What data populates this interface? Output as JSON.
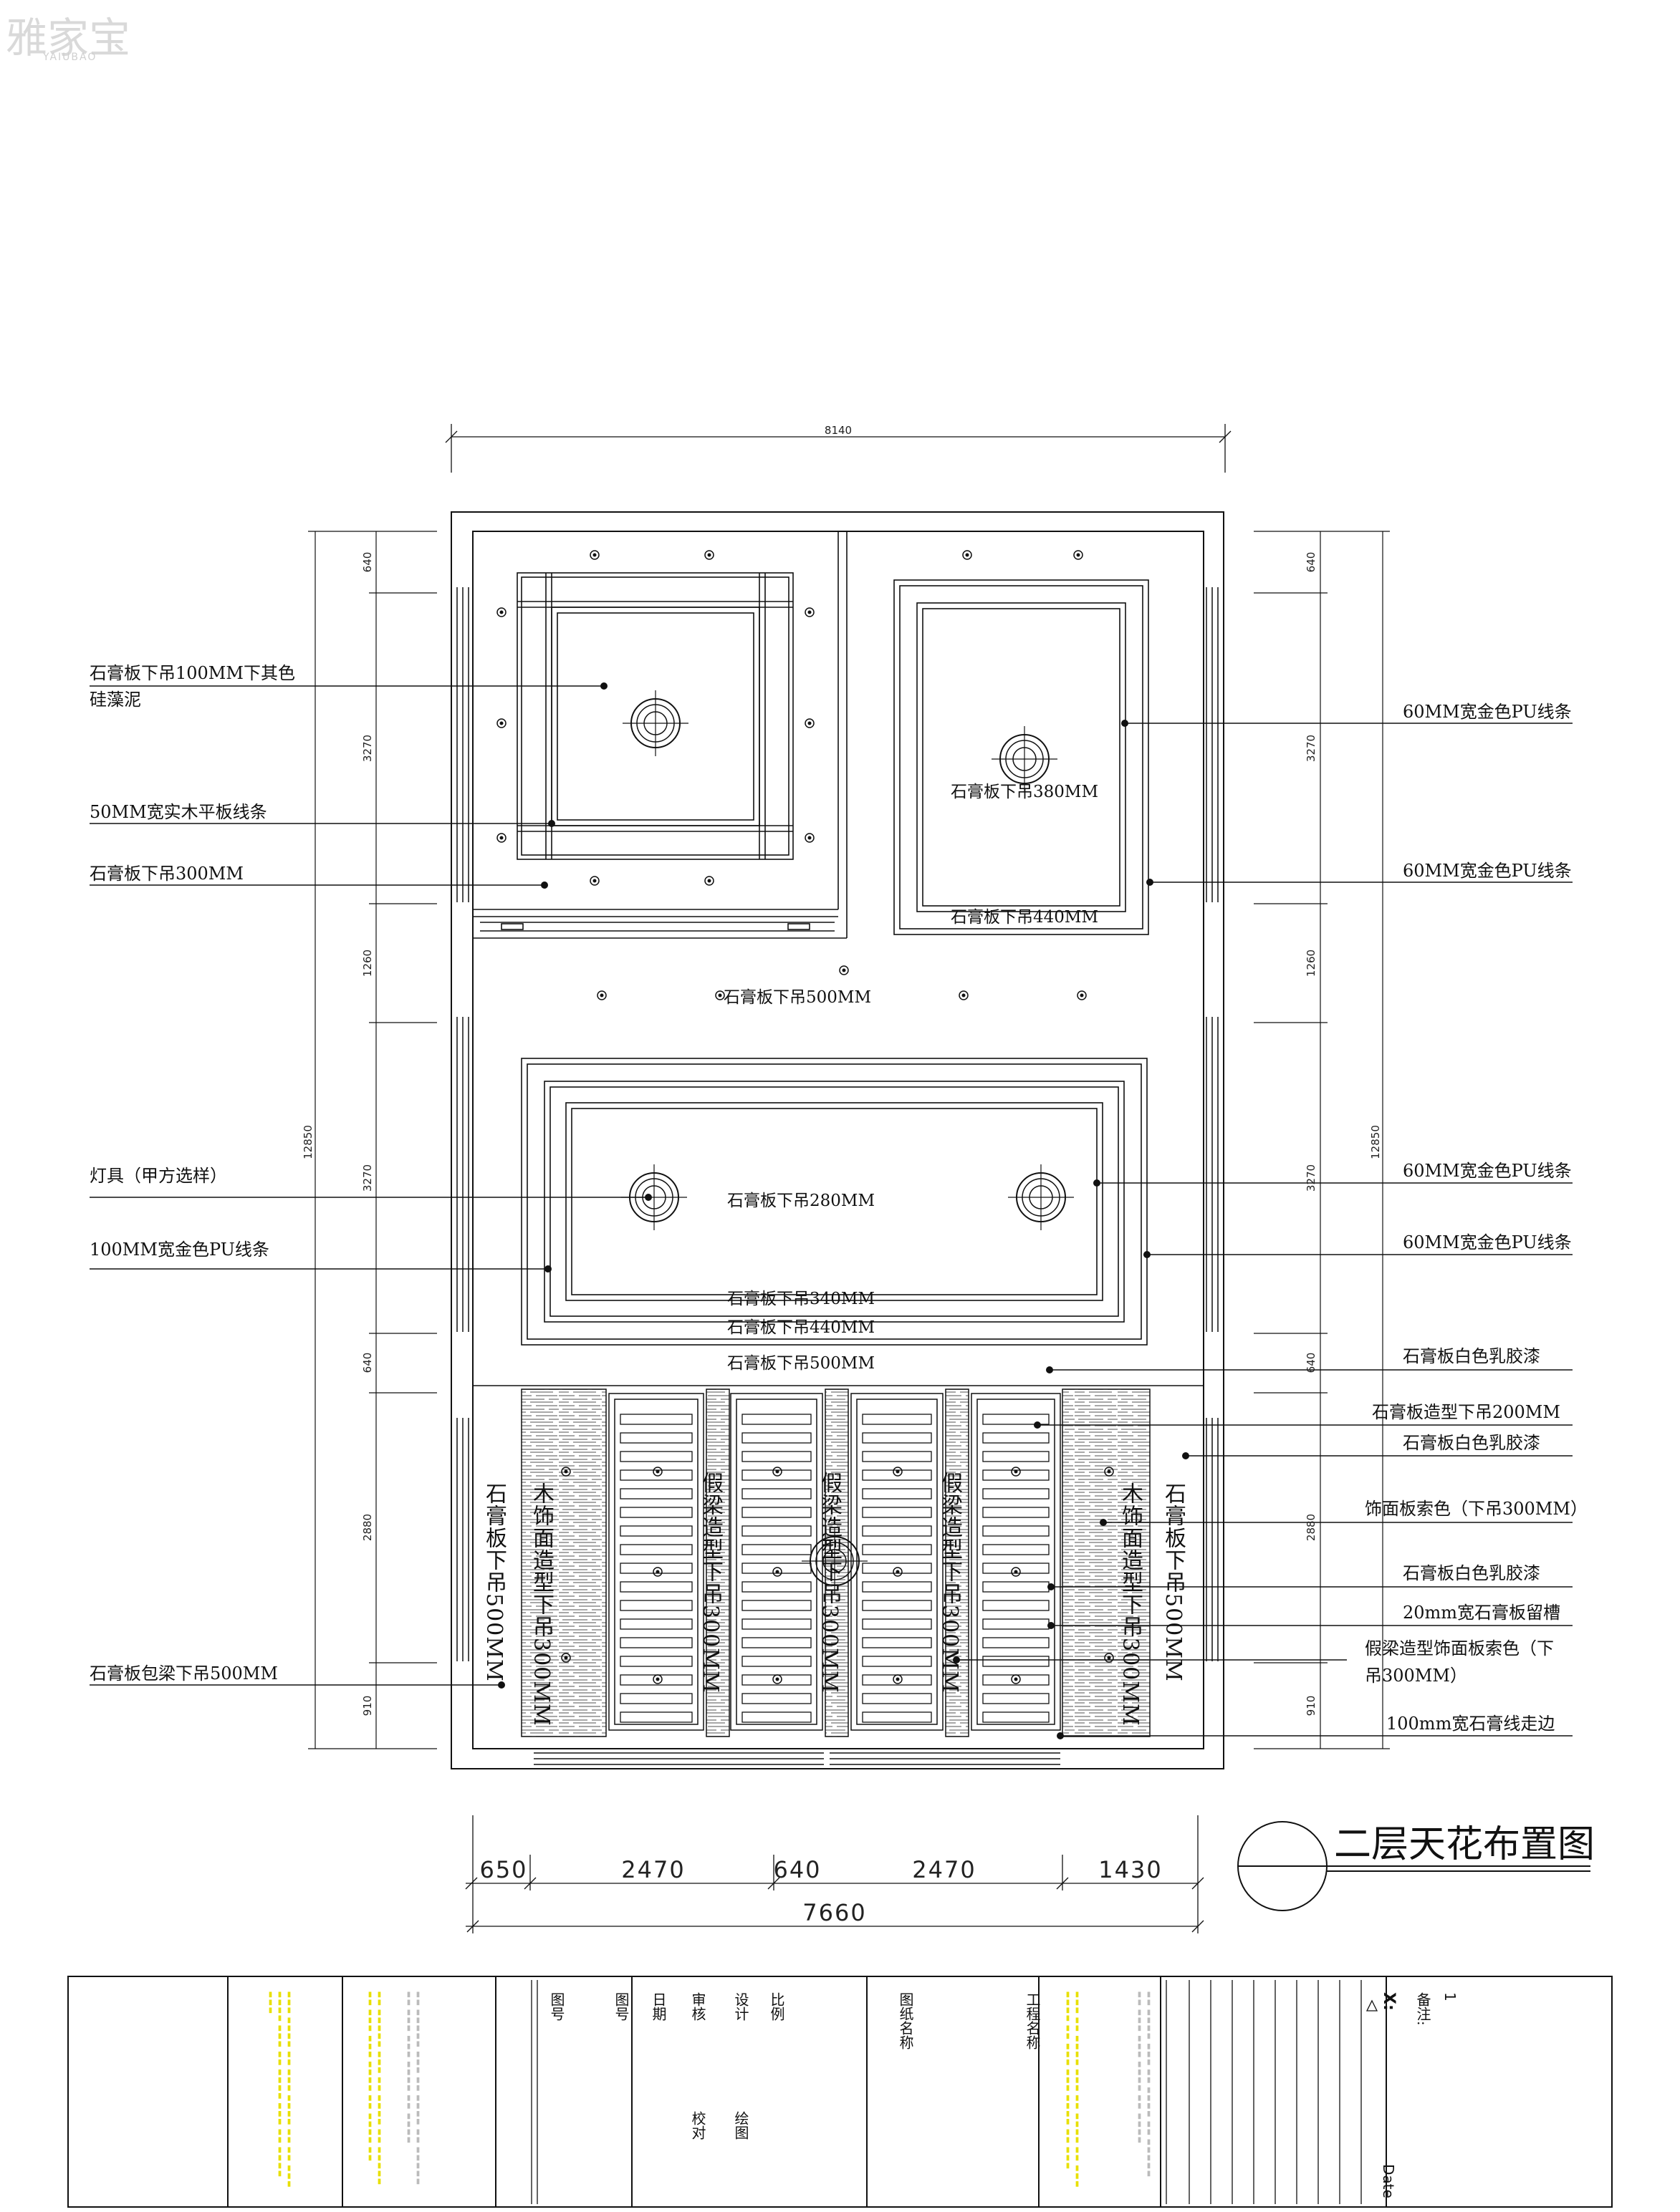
{
  "logo": {
    "text": "雅家宝",
    "sub": "YAIUBAO"
  },
  "drawing_title": "二层天花布置图",
  "dims": {
    "top_total": "8140",
    "left_total": "12850",
    "right_total": "12850",
    "left_segments": [
      "640",
      "3270",
      "1260",
      "3270",
      "640",
      "2880",
      "910"
    ],
    "right_segments": [
      "640",
      "3270",
      "1260",
      "3270",
      "640",
      "2880",
      "910"
    ],
    "bottom_segments": [
      "650",
      "2470",
      "640",
      "2470",
      "1430"
    ],
    "bottom_total": "7660"
  },
  "left_labels": [
    "石膏板下吊100MM下其色",
    "硅藻泥",
    "50MM宽实木平板线条",
    "石膏板下吊300MM",
    "灯具（甲方选样）",
    "100MM宽金色PU线条",
    "石膏板包梁下吊500MM"
  ],
  "right_labels": [
    "60MM宽金色PU线条",
    "60MM宽金色PU线条",
    "60MM宽金色PU线条",
    "60MM宽金色PU线条",
    "石膏板白色乳胶漆",
    "石膏板造型下吊200MM",
    "石膏板白色乳胶漆",
    "饰面板索色（下吊300MM）",
    "石膏板白色乳胶漆",
    "20mm宽石膏板留槽",
    "假梁造型饰面板索色（下",
    "吊300MM）",
    "100mm宽石膏线走边"
  ],
  "inner_labels": [
    "石膏板下吊380MM",
    "石膏板下吊440MM",
    "石膏板下吊500MM",
    "石膏板下吊280MM",
    "石膏板下吊340MM",
    "石膏板下吊440MM",
    "石膏板下吊500MM"
  ],
  "vertical_labels": [
    "石膏板下吊500MM",
    "木饰面造型下吊300MM",
    "假梁造型下吊300MM",
    "假梁造型下吊300MM",
    "假梁造型下吊300MM",
    "木饰面造型下吊300MM",
    "石膏板下吊500MM"
  ],
  "title_block": {
    "fields": [
      "图号",
      "图号",
      "日期",
      "审核",
      "设计",
      "比例",
      "图纸名称",
      "工程名称"
    ],
    "fields2": [
      "校对",
      "绘图"
    ],
    "notes_label": "备注:",
    "x_label": "X:",
    "date_label": "Date",
    "page_number": "1"
  },
  "colors": {
    "line": "#111111",
    "wood": "#9a9a9a",
    "note_yellow": "#e8e000"
  }
}
